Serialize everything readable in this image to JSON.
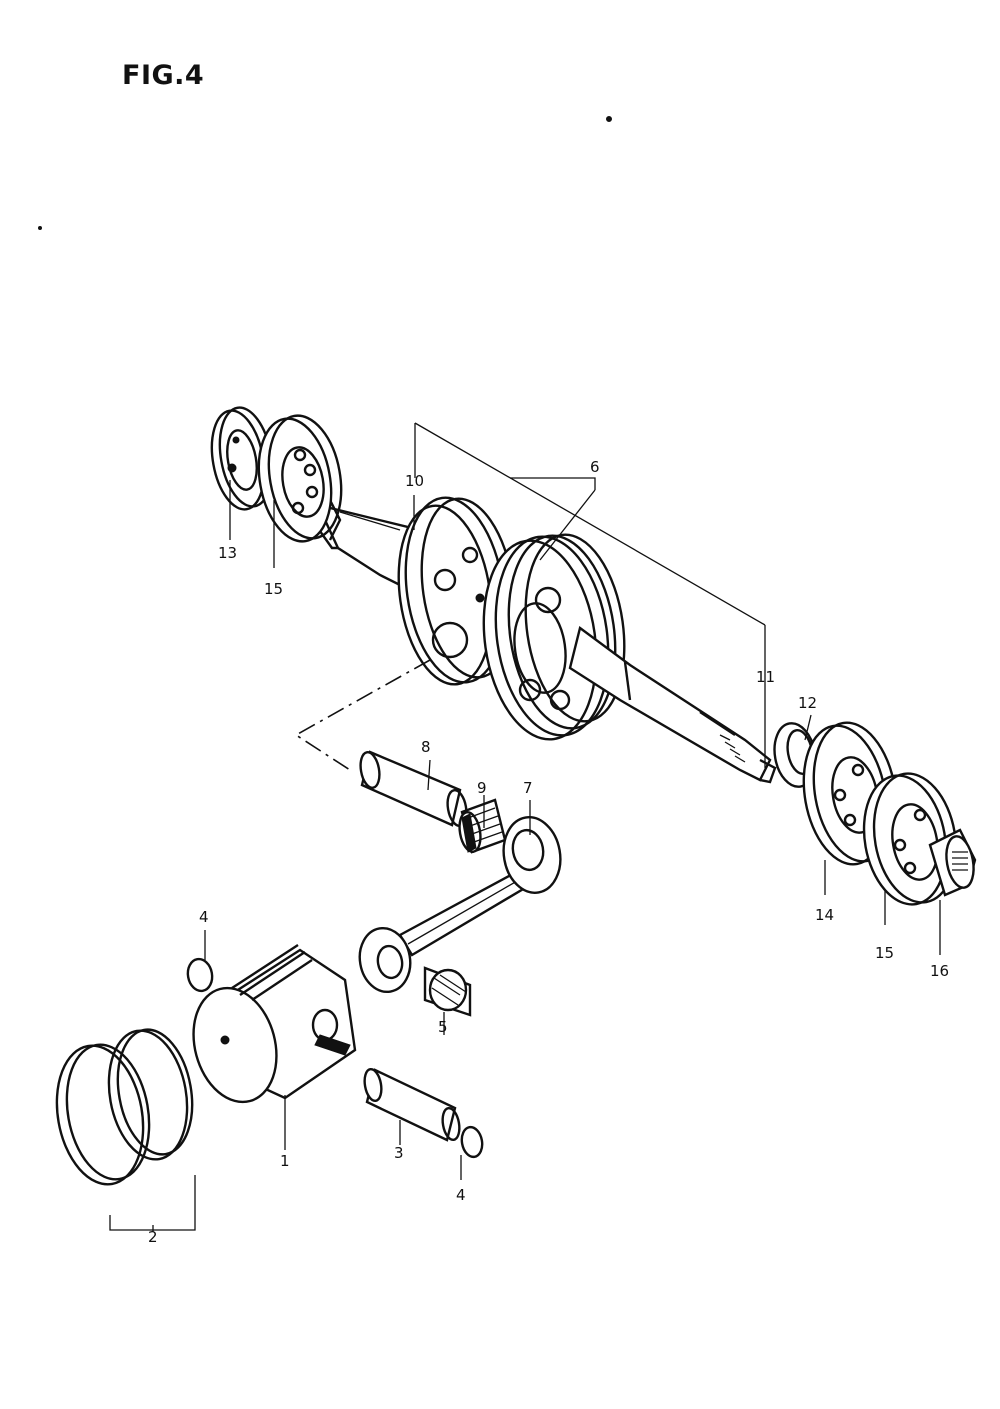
{
  "figure": {
    "title": "FIG.4"
  },
  "labels": {
    "p1": "1",
    "p2": "2",
    "p3": "3",
    "p4a": "4",
    "p4b": "4",
    "p5": "5",
    "p6": "6",
    "p7": "7",
    "p8": "8",
    "p9": "9",
    "p10": "10",
    "p11": "11",
    "p12": "12",
    "p13": "13",
    "p14": "14",
    "p15a": "15",
    "p15b": "15",
    "p16": "16"
  }
}
